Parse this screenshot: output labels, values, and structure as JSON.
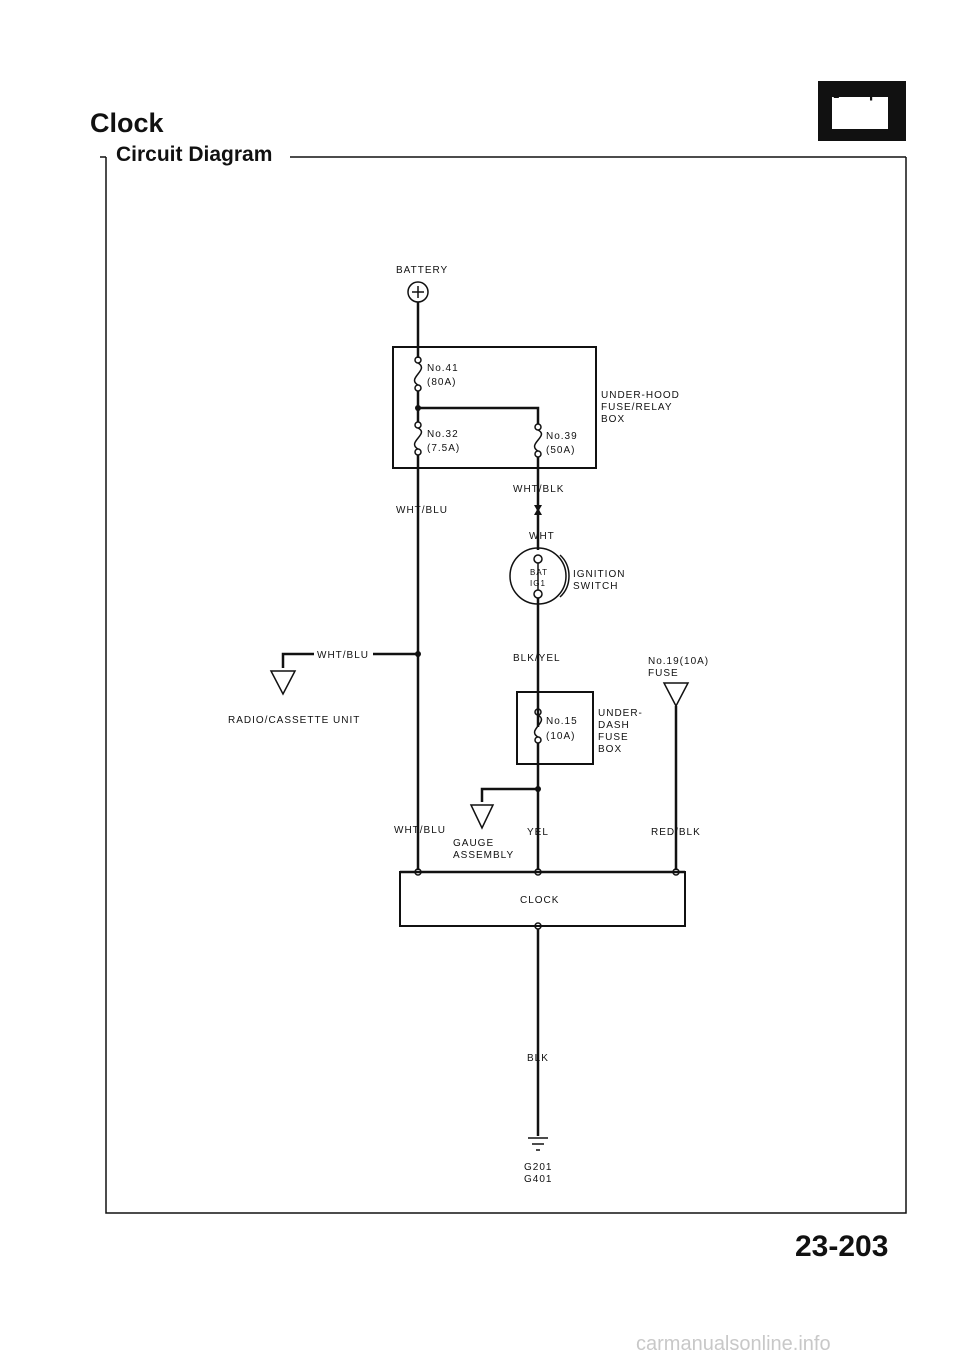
{
  "header": {
    "title": "Clock",
    "section": "Circuit Diagram",
    "page_number": "23-203",
    "battery_icon_terms": "- +"
  },
  "watermark": "carmanualsonline.info",
  "diagram": {
    "battery": "BATTERY",
    "fuse41": {
      "num": "No.41",
      "rating": "(80A)"
    },
    "fuse32": {
      "num": "No.32",
      "rating": "(7.5A)"
    },
    "fuse39": {
      "num": "No.39",
      "rating": "(50A)"
    },
    "underhood_box": [
      "UNDER-HOOD",
      "FUSE/RELAY",
      "BOX"
    ],
    "wire_wht_blk": "WHT/BLK",
    "wire_wht_blu_1": "WHT/BLU",
    "wire_wht": "WHT",
    "ign_bat": "BAT",
    "ign_ig1": "IG1",
    "ignition_switch": [
      "IGNITION",
      "SWITCH"
    ],
    "wire_wht_blu_2": "WHT/BLU",
    "radio_unit": "RADIO/CASSETTE UNIT",
    "wire_blk_yel": "BLK/YEL",
    "fuse19": [
      "No.19(10A)",
      "FUSE"
    ],
    "fuse15": {
      "num": "No.15",
      "rating": "(10A)"
    },
    "underdash_box": [
      "UNDER-",
      "DASH",
      "FUSE",
      "BOX"
    ],
    "wire_wht_blu_3": "WHT/BLU",
    "gauge_assembly": [
      "GAUGE",
      "ASSEMBLY"
    ],
    "wire_yel": "YEL",
    "wire_red_blk": "RED/BLK",
    "clock": "CLOCK",
    "wire_blk": "BLK",
    "grounds": [
      "G201",
      "G401"
    ]
  }
}
